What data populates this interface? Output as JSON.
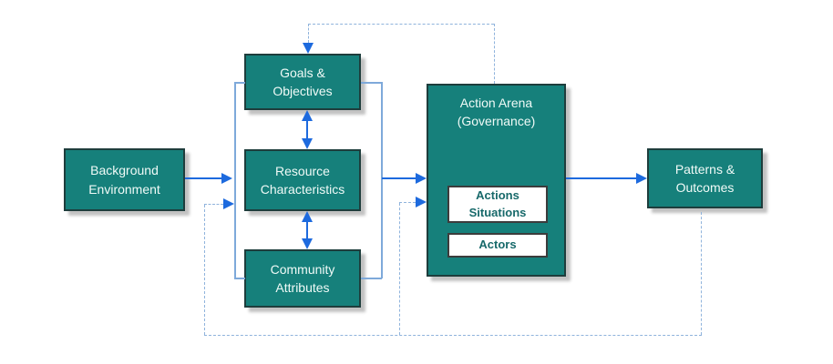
{
  "diagram": {
    "title": "Action Arena governance framework diagram",
    "colors": {
      "node_fill": "#16807b",
      "node_border": "#1e3d3c",
      "node_text": "#f0faf7",
      "arrow_blue": "#1d6ade",
      "bracket_blue": "#7ea9da",
      "dashed_blue": "#8fb3dc",
      "inner_box_text": "#17696a",
      "shadow": "#c2c2c2",
      "background": "#ffffff"
    },
    "nodes": {
      "background_environment": {
        "line1": "Background",
        "line2": "Environment"
      },
      "goals_objectives": {
        "line1": "Goals &",
        "line2": "Objectives"
      },
      "resource_characteristics": {
        "line1": "Resource",
        "line2": "Characteristics"
      },
      "community_attributes": {
        "line1": "Community",
        "line2": "Attributes"
      },
      "action_arena": {
        "line1": "Action Arena",
        "line2": "(Governance)"
      },
      "actions_situations": {
        "line1": "Actions",
        "line2": "Situations"
      },
      "actors": {
        "line1": "Actors"
      },
      "patterns_outcomes": {
        "line1": "Patterns &",
        "line2": "Outcomes"
      }
    }
  }
}
